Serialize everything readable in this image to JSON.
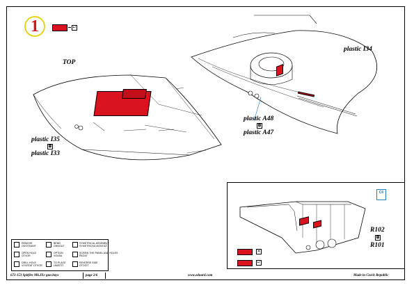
{
  "step_number": "1",
  "labels": {
    "top": "TOP",
    "plastic_i34": "plastic I34",
    "plastic_a48": "plastic A48",
    "plastic_a47": "plastic A47",
    "plastic_i35": "plastic I35",
    "plastic_i33": "plastic I33",
    "r102": "R102",
    "r101": "R101",
    "c6": "C6"
  },
  "legend": [
    {
      "line1": "REMOVE",
      "line2": "ODSTRANIT",
      "icon": "remove-icon"
    },
    {
      "line1": "BEND",
      "line2": "OHNOUT",
      "icon": "bend-icon"
    },
    {
      "line1": "SYMETRICAL ASSEMBLY",
      "line2": "SYMETRICKÁ MONTÁŽ",
      "icon": "symmetrical-icon"
    },
    {
      "line1": "OPEN HOLE",
      "line2": "OTVOR",
      "icon": "drill-icon"
    },
    {
      "line1": "OPTION",
      "line2": "VOLBA",
      "icon": "option-icon"
    },
    {
      "line1": "SCREW THE PANEL AND HOLES",
      "line2": "ŘEZAT",
      "icon": "screw-icon"
    },
    {
      "line1": "DRILL HOLE",
      "line2": "VYVRTAT OTVOR",
      "icon": "drill-hole-icon"
    },
    {
      "line1": "TO PLACE",
      "line2": "UMÍSTIT",
      "icon": "place-icon"
    },
    {
      "line1": "REVERSE SIDE",
      "line2": "OTOČIT",
      "icon": "reverse-icon"
    }
  ],
  "footer": {
    "product": "673 153   Spitfire Mk.IXe gun bays",
    "page": "page 2/6",
    "website": "www.eduard.com",
    "origin": "Made in Czech Republic"
  },
  "colors": {
    "photo_etch_red": "#d9141e",
    "step_circle": "#e8d000",
    "step_number": "#d9141e",
    "detail_label": "#1f7fc0"
  }
}
